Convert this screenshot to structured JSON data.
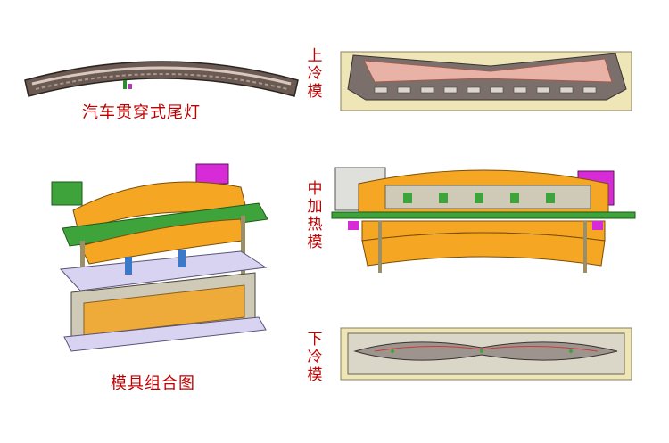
{
  "captions": {
    "tail_lamp": "汽车贯穿式尾灯",
    "mold_assembly": "模具组合图"
  },
  "side_labels": {
    "upper_cold_mold": [
      "上",
      "冷",
      "模"
    ],
    "middle_heating_mold": [
      "中",
      "加",
      "热",
      "模"
    ],
    "lower_cold_mold": [
      "下",
      "冷",
      "模"
    ]
  },
  "colors": {
    "caption_red": "#c00000",
    "mold_orange": "#f5a623",
    "plate_green": "#3fa33b",
    "plate_lavender": "#d9d3f2",
    "accent_magenta": "#d62bd6",
    "frame_tan": "#efe6b8"
  }
}
